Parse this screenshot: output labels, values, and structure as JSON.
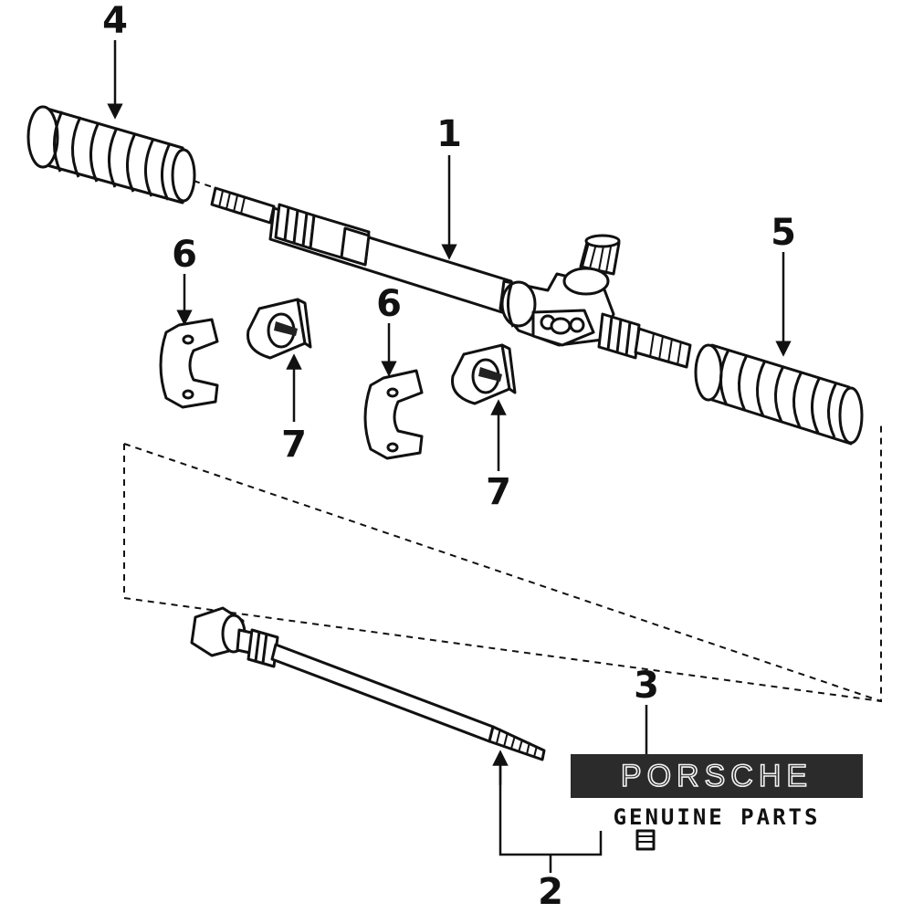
{
  "diagram": {
    "callouts": {
      "rack_housing": "1",
      "inner_tie_rod": "2",
      "fitting": "3",
      "boot_left": "4",
      "boot_right": "5",
      "bushing_left": "6",
      "bushing_right": "6",
      "clamp_left": "7",
      "clamp_right": "7"
    }
  },
  "badge": {
    "brand": "PORSCHE",
    "subtitle": "GENUINE PARTS"
  }
}
